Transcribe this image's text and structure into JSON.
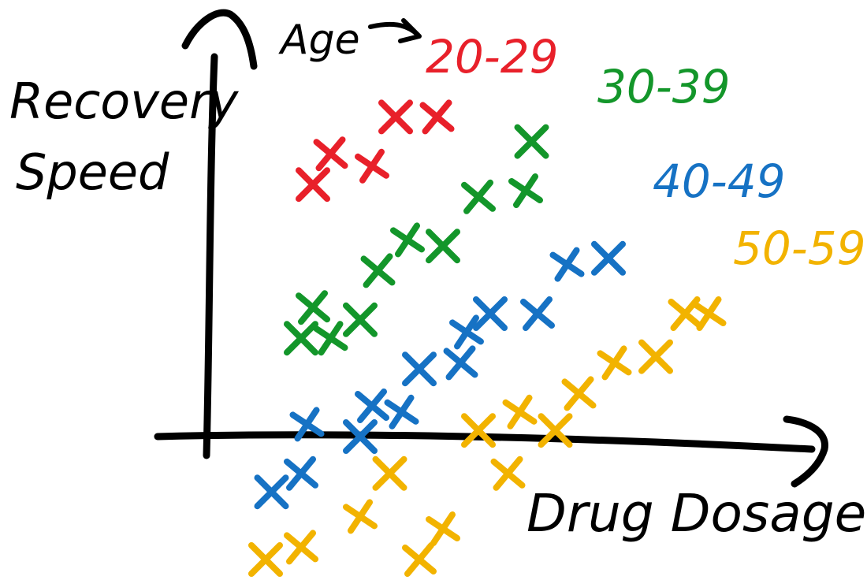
{
  "chart_data": {
    "type": "scatter",
    "title": "",
    "xlabel": "Drug Dosage",
    "ylabel": "Recovery Speed",
    "legend_title": "Age",
    "grid": false,
    "axis_ticks": false,
    "xlim": [
      0,
      10
    ],
    "ylim": [
      -2.5,
      6.5
    ],
    "series": [
      {
        "name": "20-29",
        "color": "#e8202a",
        "points": [
          [
            1.8,
            4.1
          ],
          [
            2.1,
            4.6
          ],
          [
            2.8,
            4.4
          ],
          [
            3.2,
            5.2
          ],
          [
            3.9,
            5.2
          ]
        ]
      },
      {
        "name": "30-39",
        "color": "#13962a",
        "points": [
          [
            1.6,
            1.6
          ],
          [
            1.8,
            2.1
          ],
          [
            2.1,
            1.6
          ],
          [
            2.6,
            1.9
          ],
          [
            2.9,
            2.7
          ],
          [
            3.4,
            3.2
          ],
          [
            4.0,
            3.1
          ],
          [
            4.6,
            3.9
          ],
          [
            5.4,
            4.0
          ],
          [
            5.5,
            4.8
          ]
        ]
      },
      {
        "name": "40-49",
        "color": "#1672c4",
        "points": [
          [
            1.1,
            -0.9
          ],
          [
            1.6,
            -0.6
          ],
          [
            1.7,
            0.2
          ],
          [
            2.6,
            0.0
          ],
          [
            2.8,
            0.5
          ],
          [
            3.3,
            0.4
          ],
          [
            3.6,
            1.1
          ],
          [
            4.3,
            1.2
          ],
          [
            4.4,
            1.7
          ],
          [
            4.8,
            2.0
          ],
          [
            5.6,
            2.0
          ],
          [
            6.1,
            2.8
          ],
          [
            6.8,
            2.9
          ]
        ]
      },
      {
        "name": "50-59",
        "color": "#f2b300",
        "points": [
          [
            1.0,
            -2.0
          ],
          [
            1.6,
            -1.8
          ],
          [
            2.6,
            -1.3
          ],
          [
            3.1,
            -0.6
          ],
          [
            3.6,
            -2.0
          ],
          [
            4.0,
            -1.5
          ],
          [
            4.6,
            0.1
          ],
          [
            5.1,
            -0.6
          ],
          [
            5.3,
            0.4
          ],
          [
            5.9,
            0.1
          ],
          [
            6.3,
            0.7
          ],
          [
            6.9,
            1.2
          ],
          [
            7.6,
            1.3
          ],
          [
            8.1,
            2.0
          ],
          [
            8.5,
            2.0
          ]
        ]
      }
    ]
  }
}
